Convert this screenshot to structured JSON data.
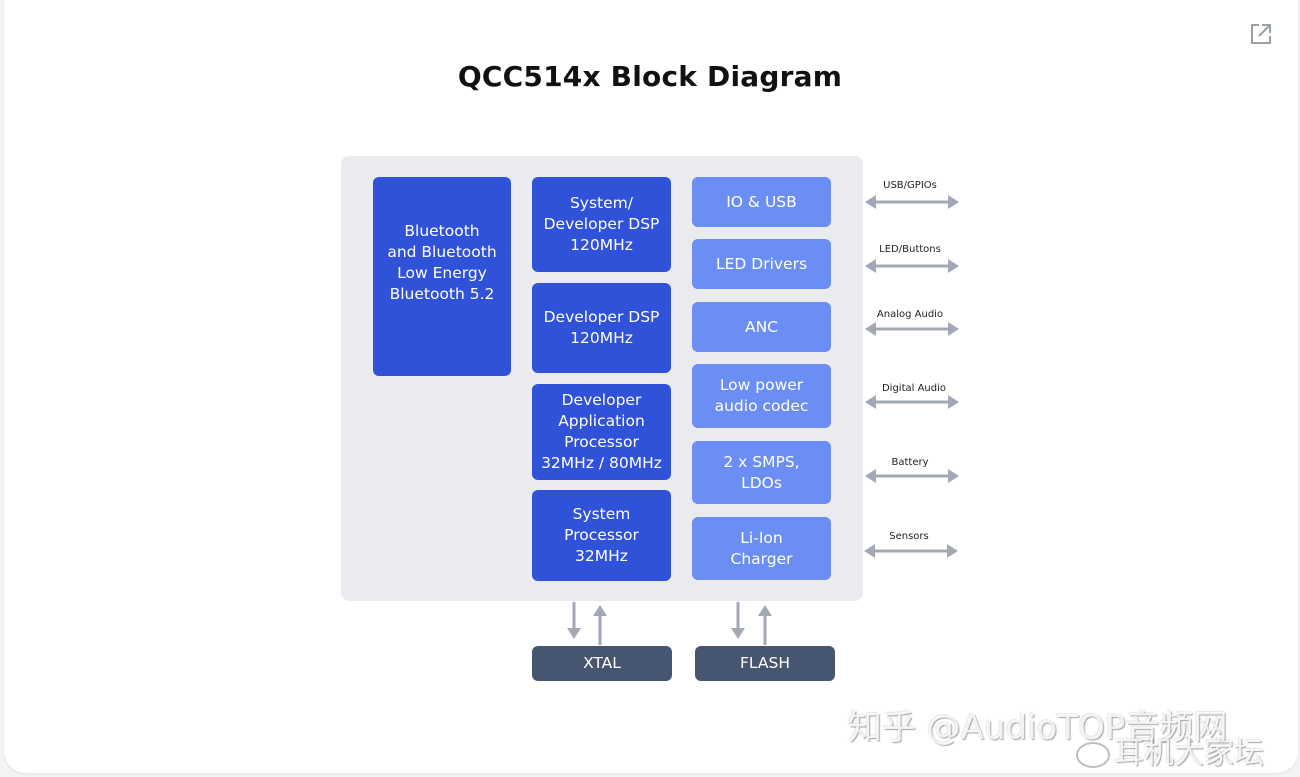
{
  "title": "QCC514x Block Diagram",
  "colors": {
    "dark_block": "#2f52d9",
    "light_block": "#6b8ef5",
    "external_block": "#475670",
    "chip_background": "#e9ebee",
    "arrow": "#a3a8b4"
  },
  "blocks": {
    "bluetooth": "Bluetooth\nand Bluetooth\nLow Energy\nBluetooth 5.2",
    "system_dsp": "System/\nDeveloper DSP\n120MHz",
    "developer_dsp": "Developer DSP\n120MHz",
    "app_processor": "Developer\nApplication\nProcessor\n32MHz / 80MHz",
    "system_processor": "System\nProcessor\n32MHz",
    "io_usb": "IO & USB",
    "led_drivers": "LED Drivers",
    "anc": "ANC",
    "audio_codec": "Low power\naudio codec",
    "smps": "2 x SMPS,\nLDOs",
    "charger": "Li-Ion\nCharger"
  },
  "external": {
    "xtal": "XTAL",
    "flash": "FLASH"
  },
  "interfaces": [
    "USB/GPIOs",
    "LED/Buttons",
    "Analog Audio",
    "Digital Audio",
    "Battery",
    "Sensors"
  ],
  "watermark": {
    "line1": "知乎 @AudioTOP音频网",
    "line2": "耳机大家坛"
  },
  "icons": {
    "expand": "expand-icon"
  }
}
